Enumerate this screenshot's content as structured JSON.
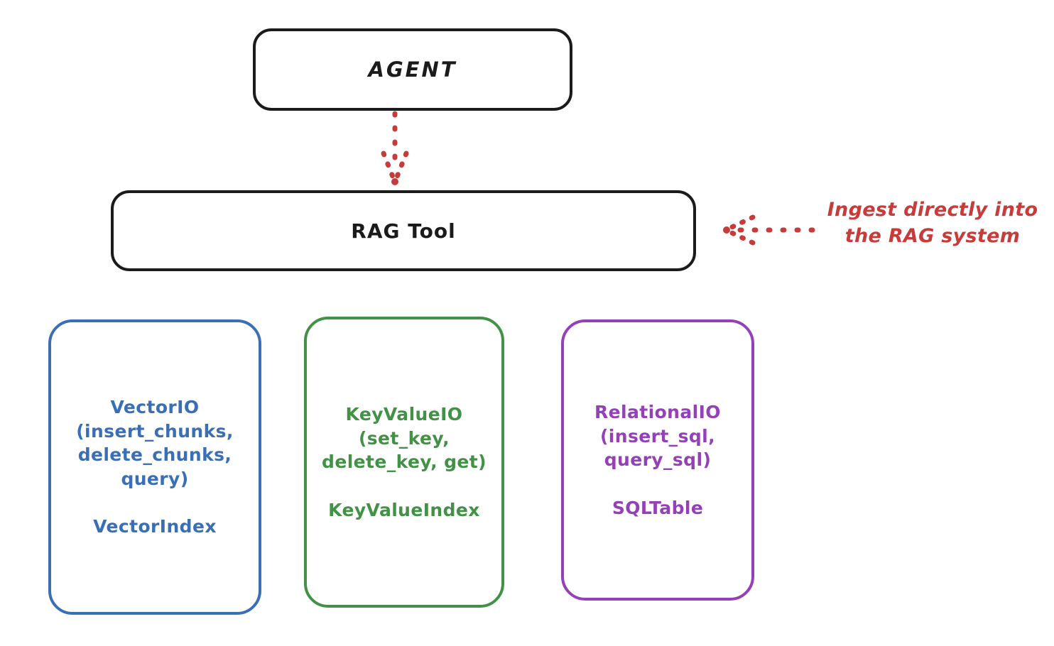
{
  "diagram": {
    "title_nodes": {
      "agent": "AGENT",
      "rag_tool": "RAG Tool"
    },
    "leaf_nodes": [
      {
        "id": "vector",
        "api": "VectorIO\n(insert_chunks,\ndelete_chunks,\nquery)",
        "index": "VectorIndex",
        "color": "#3a6fb5"
      },
      {
        "id": "keyvalue",
        "api": "KeyValueIO\n(set_key,\ndelete_key, get)",
        "index": "KeyValueIndex",
        "color": "#429146"
      },
      {
        "id": "relational",
        "api": "RelationalIO\n(insert_sql,\nquery_sql)",
        "index": "SQLTable",
        "color": "#9440b8"
      }
    ],
    "annotation": {
      "text": "Ingest directly into\nthe RAG system",
      "color": "#c73c3a"
    },
    "connectors": [
      {
        "name": "agent-to-rag-tool",
        "style": "dotted-arrow",
        "direction": "down",
        "color": "#c73c3a"
      },
      {
        "name": "annotation-to-rag-tool",
        "style": "dotted-arrow",
        "direction": "left",
        "color": "#c73c3a"
      }
    ],
    "node_border_color": "#1b1b1b"
  }
}
